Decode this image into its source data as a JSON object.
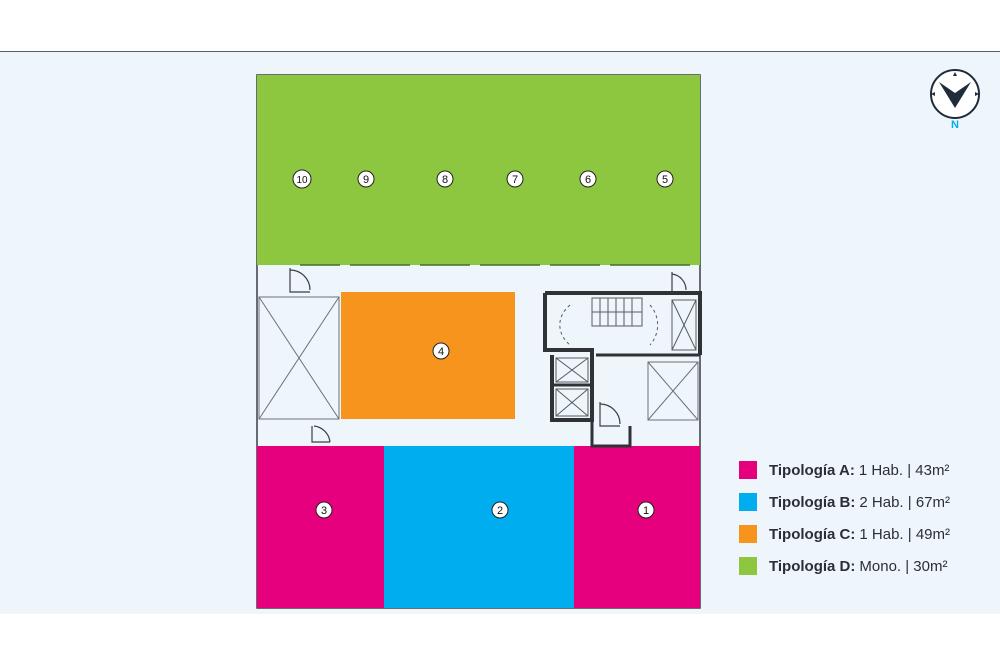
{
  "legend": {
    "items": [
      {
        "name": "Tipología A:",
        "detail": "1 Hab. | 43m²",
        "color": "#e6007e"
      },
      {
        "name": "Tipología B:",
        "detail": "2 Hab. | 67m²",
        "color": "#00aeef"
      },
      {
        "name": "Tipología C:",
        "detail": "1 Hab. | 49m²",
        "color": "#f7941d"
      },
      {
        "name": "Tipología D:",
        "detail": "Mono. | 30m²",
        "color": "#8dc63f"
      }
    ]
  },
  "compass": {
    "north_label": "N",
    "icon": "north-arrow-icon"
  },
  "units": [
    {
      "label": "1",
      "typology": "A"
    },
    {
      "label": "2",
      "typology": "B"
    },
    {
      "label": "3",
      "typology": "A"
    },
    {
      "label": "4",
      "typology": "C"
    },
    {
      "label": "5",
      "typology": "D"
    },
    {
      "label": "6",
      "typology": "D"
    },
    {
      "label": "7",
      "typology": "D"
    },
    {
      "label": "8",
      "typology": "D"
    },
    {
      "label": "9",
      "typology": "D"
    },
    {
      "label": "10",
      "typology": "D"
    }
  ]
}
